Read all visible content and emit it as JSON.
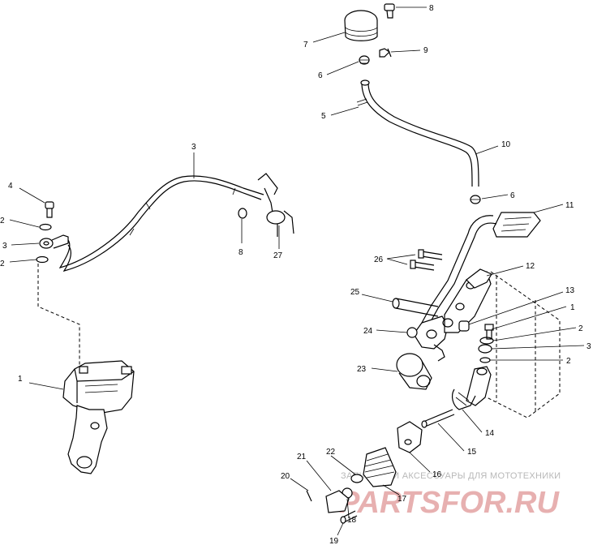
{
  "callouts": {
    "c1": "1",
    "c2a": "2",
    "c2b": "2",
    "c3a": "3",
    "c4": "4",
    "c3b": "3",
    "c8a": "8",
    "c27": "27",
    "c5": "5",
    "c6a": "6",
    "c7": "7",
    "c8b": "8",
    "c9": "9",
    "c10": "10",
    "c6b": "6",
    "c11": "11",
    "c26": "26",
    "c12": "12",
    "c25": "25",
    "c13": "13",
    "c1b": "1",
    "c2c": "2",
    "c3c": "3",
    "c2d": "2",
    "c24": "24",
    "c23": "23",
    "c14": "14",
    "c15": "15",
    "c16": "16",
    "c17": "17",
    "c22": "22",
    "c21": "21",
    "c20": "20",
    "c18": "18",
    "c19": "19"
  },
  "watermark": {
    "tagline": "ЗАПЧАСТИ И АКСЕССУАРЫ ДЛЯ МОТОТЕХНИКИ",
    "brand": "PARTSFOR.RU"
  }
}
